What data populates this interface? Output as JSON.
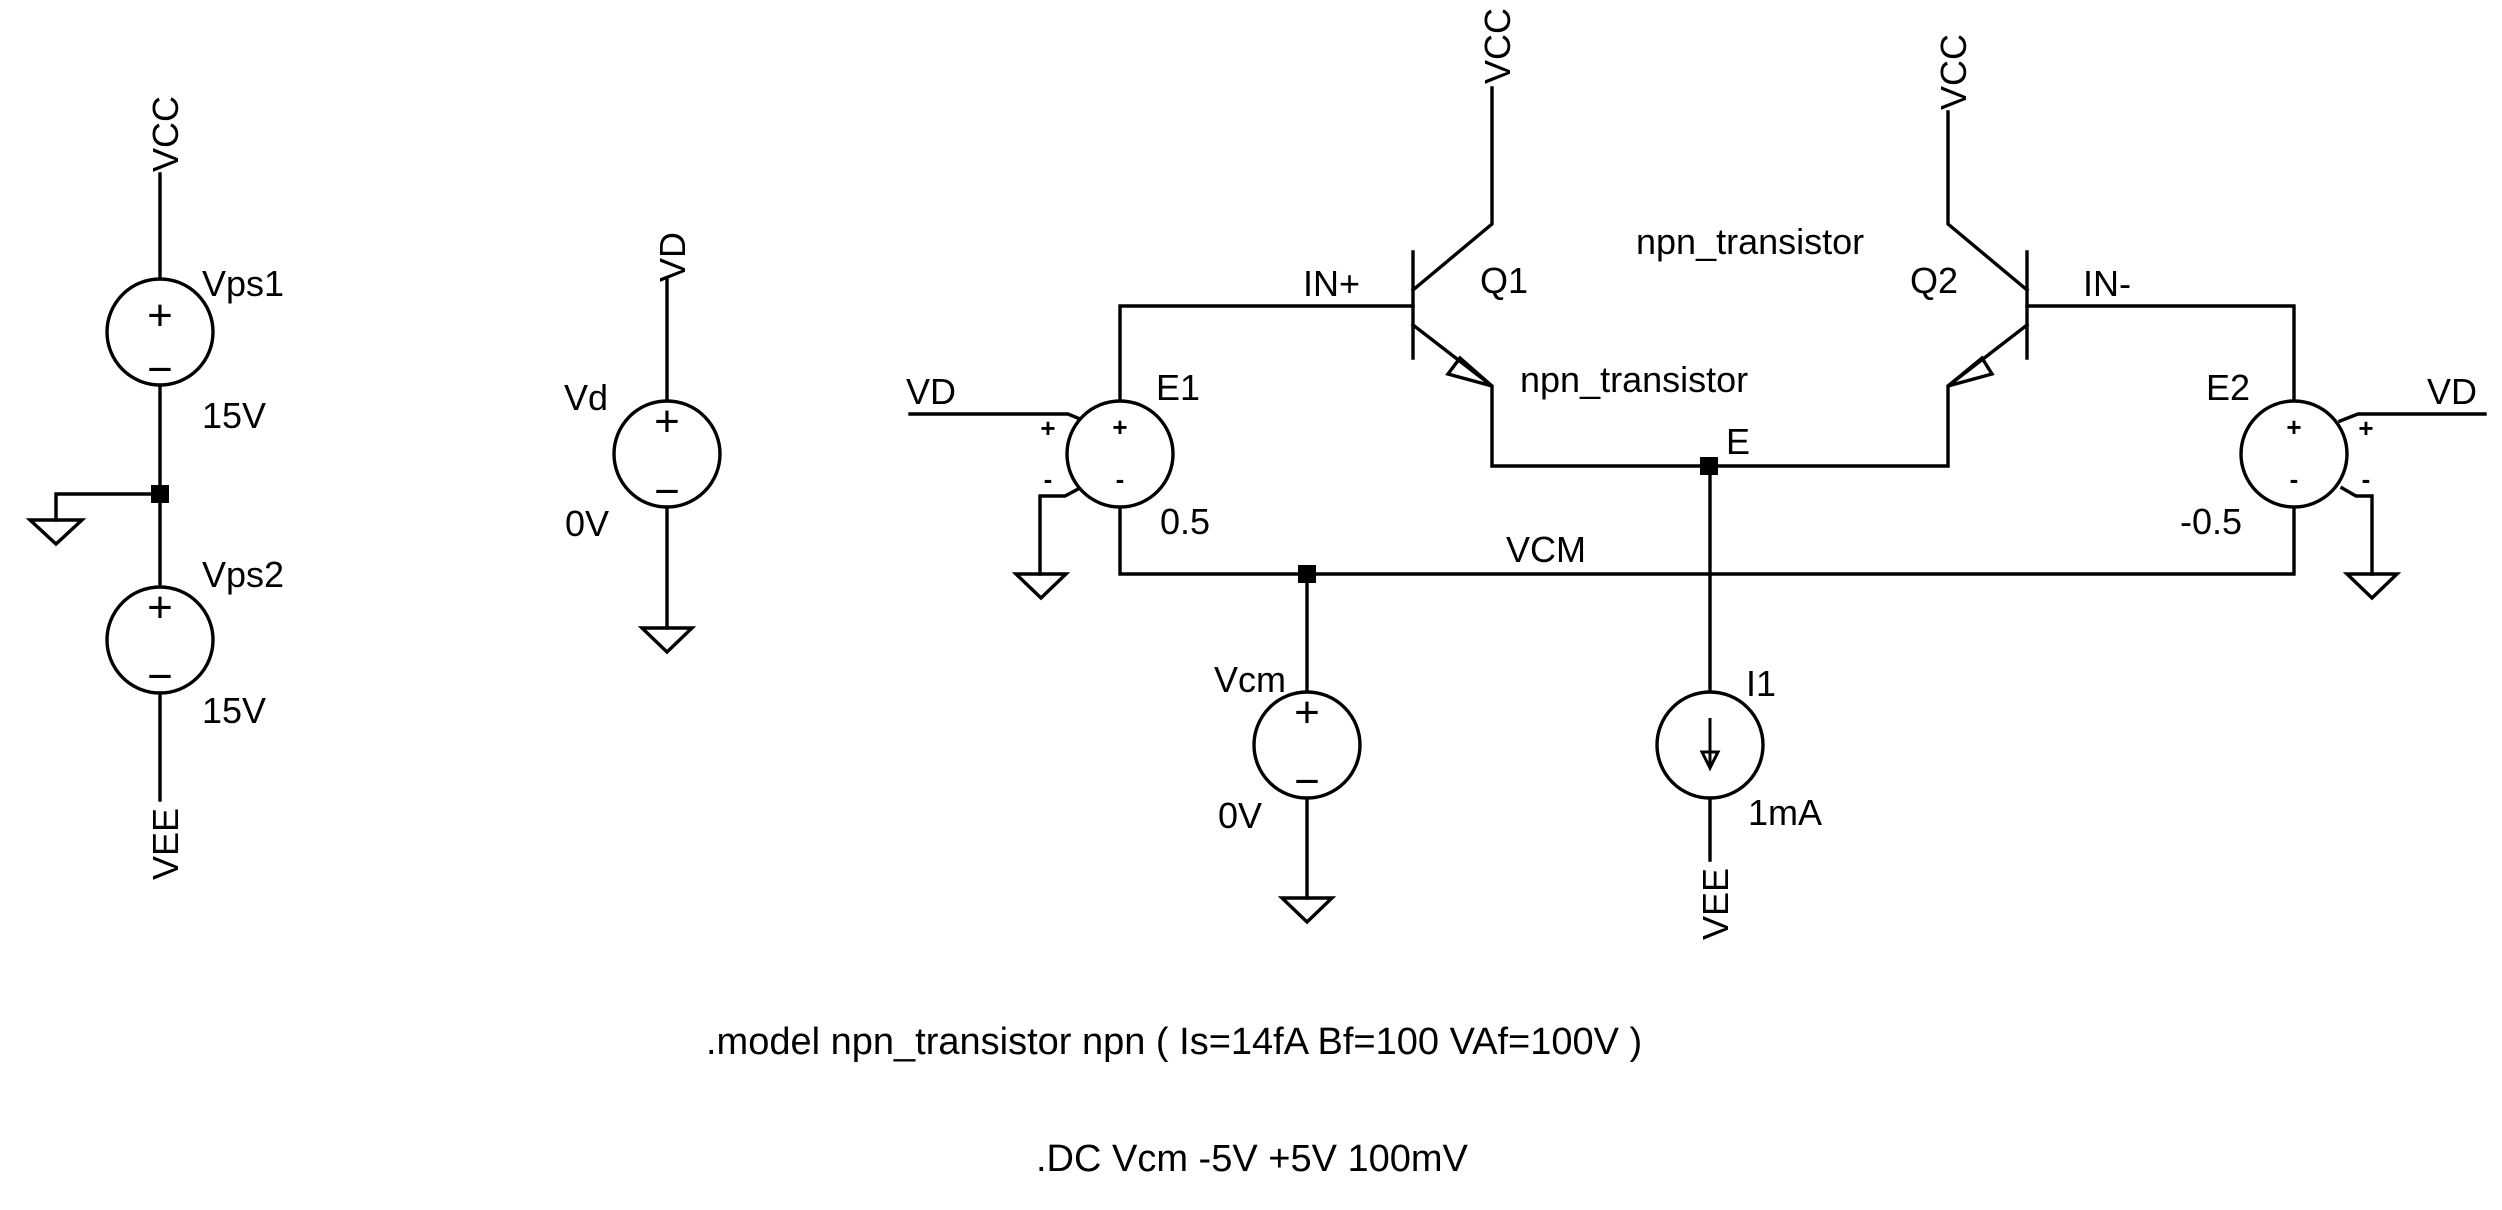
{
  "nets": {
    "vcc": "VCC",
    "vee": "VEE",
    "vd": "VD",
    "vcm": "VCM",
    "e": "E",
    "in_plus": "IN+",
    "in_minus": "IN-"
  },
  "components": {
    "vps1": {
      "name": "Vps1",
      "value": "15V"
    },
    "vps2": {
      "name": "Vps2",
      "value": "15V"
    },
    "vd": {
      "name": "Vd",
      "value": "0V"
    },
    "vcm": {
      "name": "Vcm",
      "value": "0V"
    },
    "i1": {
      "name": "I1",
      "value": "1mA"
    },
    "e1": {
      "name": "E1",
      "value": "0.5"
    },
    "e2": {
      "name": "E2",
      "value": "-0.5"
    },
    "q1": {
      "name": "Q1",
      "model": "npn_transistor"
    },
    "q2": {
      "name": "Q2",
      "model": "npn_transistor"
    }
  },
  "symbols": {
    "plus": "+",
    "minus": "−",
    "e_plus": "+",
    "e_minus": "-"
  },
  "directives": {
    "model": ".model npn_transistor npn ( Is=14fA Bf=100 VAf=100V )",
    "dc": ".DC Vcm -5V +5V 100mV"
  }
}
